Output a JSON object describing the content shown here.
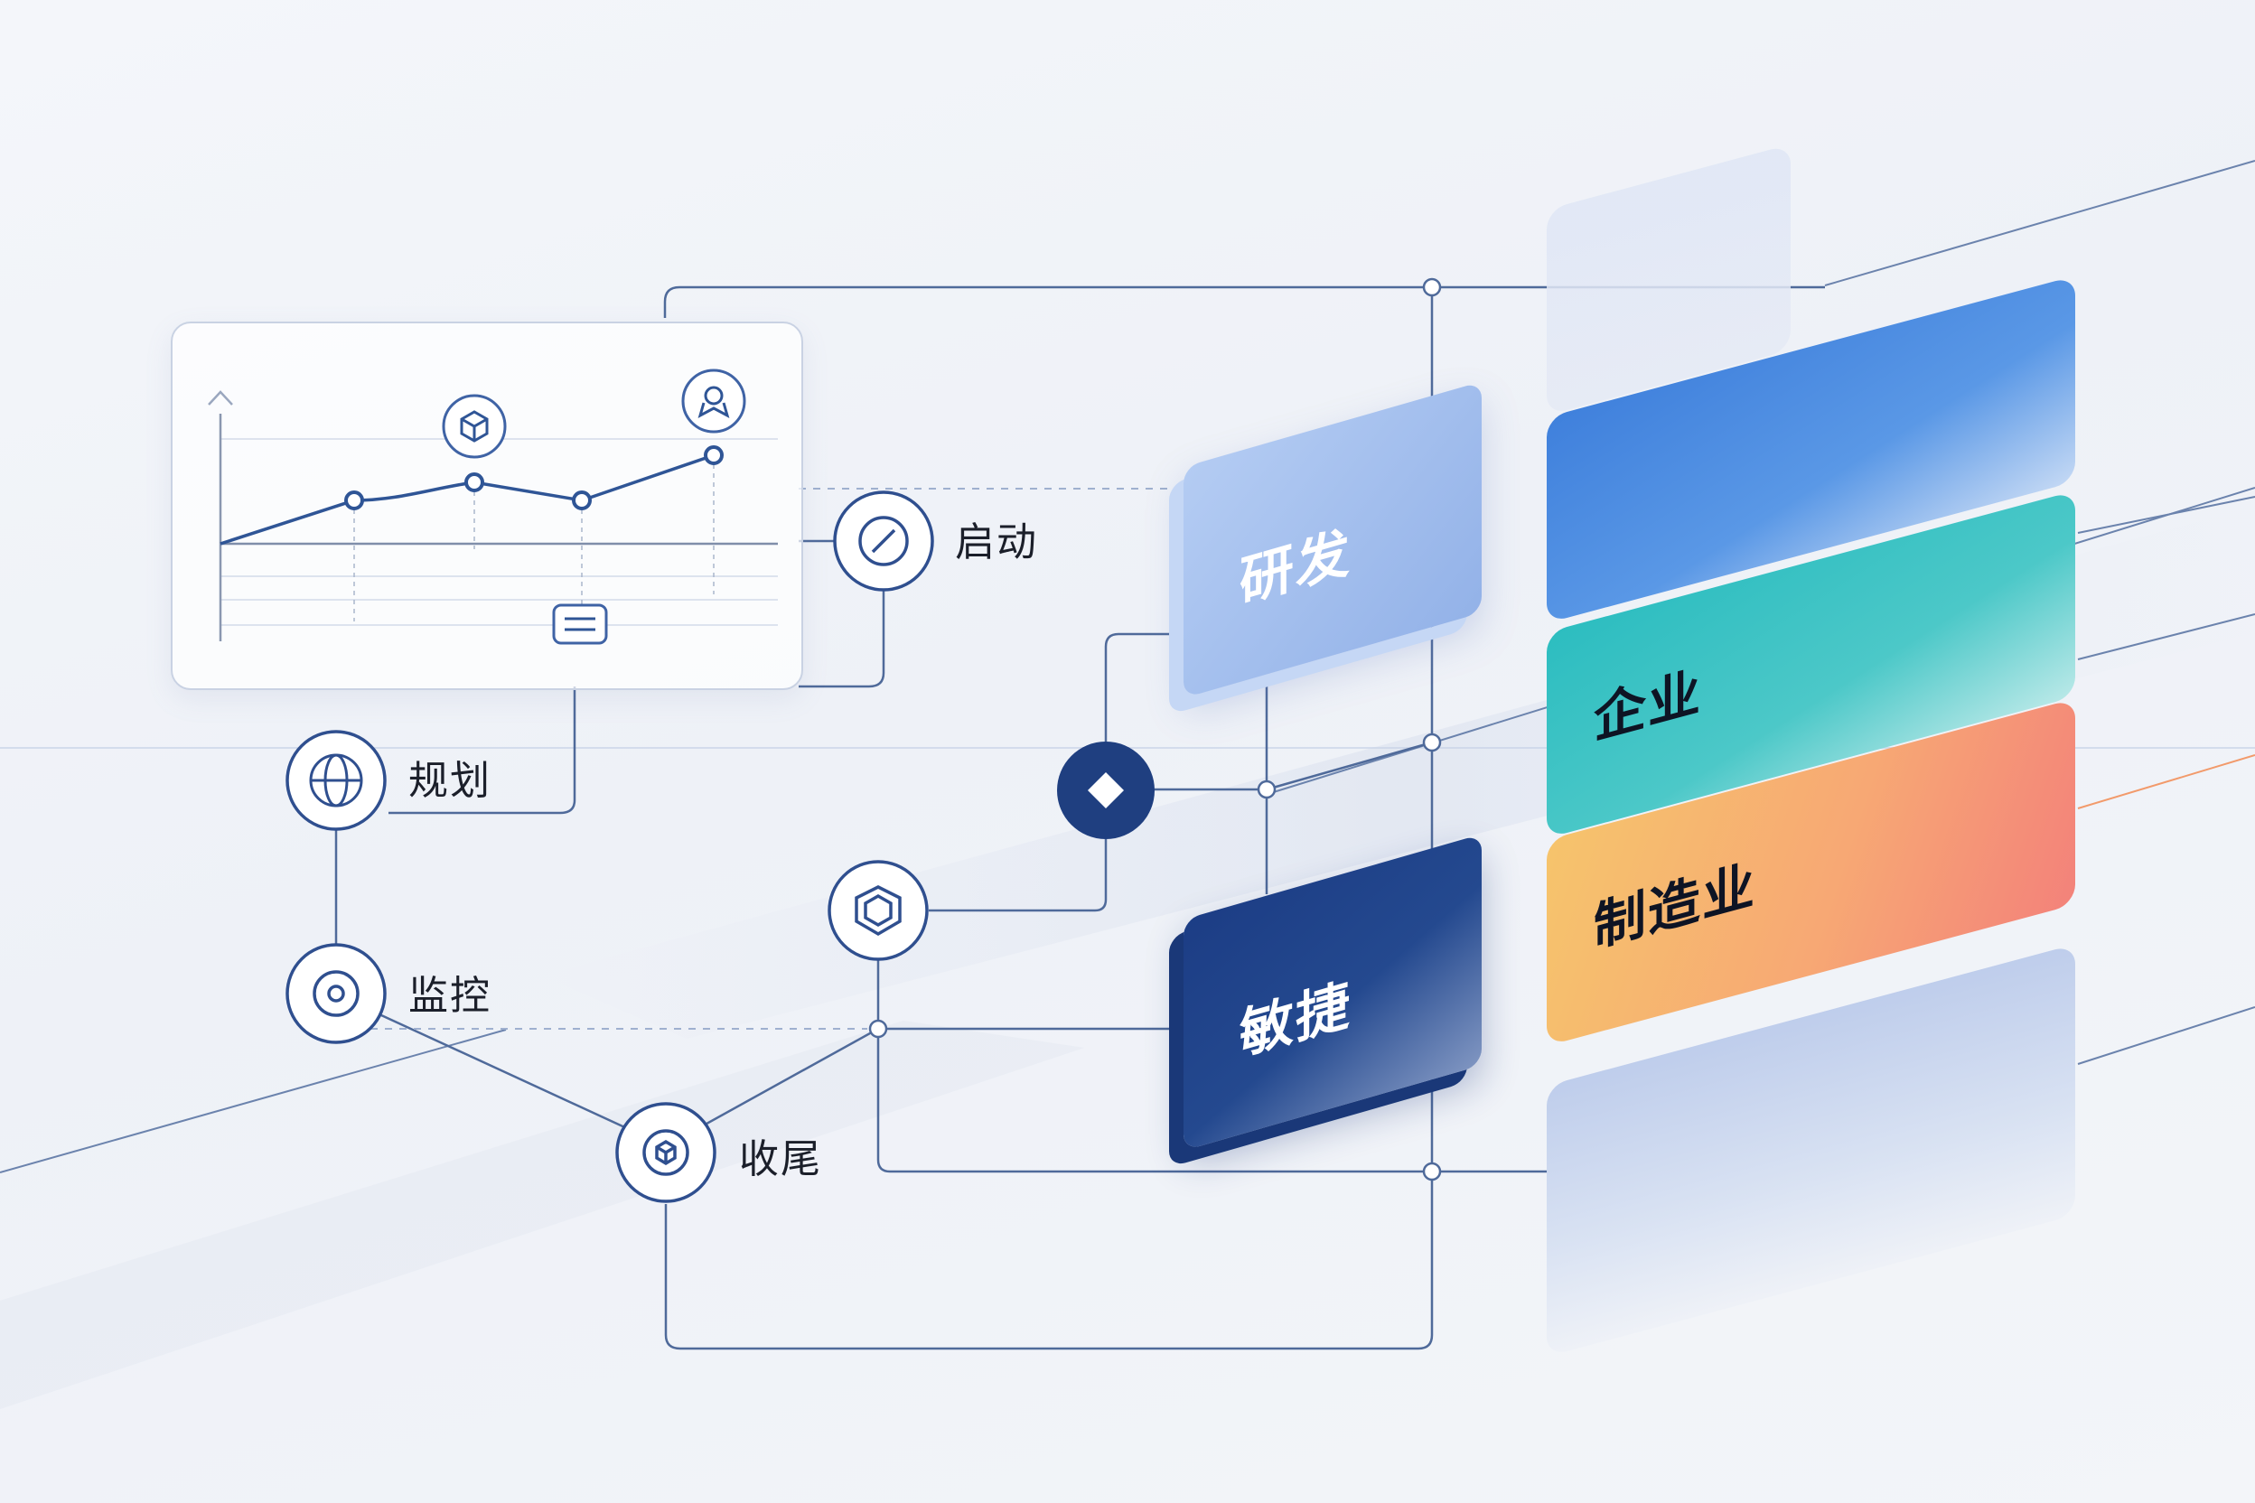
{
  "stages": {
    "start": "启动",
    "plan": "规划",
    "monitor": "监控",
    "close": "收尾"
  },
  "blocks": {
    "rd": "研发",
    "agile": "敏捷"
  },
  "cards": {
    "enterprise": "企业",
    "manufacturing": "制造业"
  },
  "colors": {
    "line": "#4f6a9a",
    "node_ring": "#2f4f8f",
    "hub": "#1f3f80",
    "rd_block": "#9ab7ea",
    "agile_block": "#1f4590",
    "card_blue": "#4b8ce0",
    "card_teal": "#3ec4c5",
    "card_orange": "#f6b66a",
    "card_coral": "#f4867a"
  },
  "icons": {
    "start": "slash-circle-icon",
    "plan": "globe-icon",
    "monitor": "target-icon",
    "close": "cube-icon",
    "shield": "shield-icon",
    "hub": "diamond-icon",
    "chart_top_1": "box-icon",
    "chart_top_2": "award-icon",
    "chart_bottom": "document-icon"
  }
}
